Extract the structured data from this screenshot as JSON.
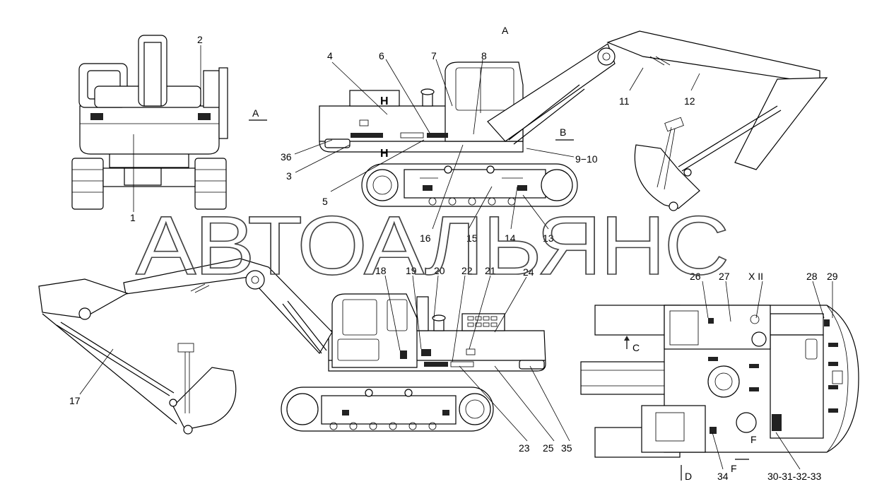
{
  "watermark": "АВТОАЛЬЯНС",
  "view_labels": {
    "A_top": "A",
    "A_front": "A",
    "B": "B",
    "C": "C",
    "D": "D",
    "F_bottom": "F",
    "F_top": "F",
    "XII": "X II",
    "H_upper": "H",
    "H_lower": "H"
  },
  "callouts": {
    "c1": "1",
    "c2": "2",
    "c3": "3",
    "c4": "4",
    "c5": "5",
    "c6": "6",
    "c7": "7",
    "c8": "8",
    "c9_10": "9−10",
    "c11": "11",
    "c12": "12",
    "c13": "13",
    "c14": "14",
    "c15": "15",
    "c16": "16",
    "c17": "17",
    "c18": "18",
    "c19": "19",
    "c20": "20",
    "c21": "21",
    "c22": "22",
    "c23": "23",
    "c24": "24",
    "c25": "25",
    "c26": "26",
    "c27": "27",
    "c28": "28",
    "c29": "29",
    "c30_33": "30-31-32-33",
    "c34": "34",
    "c35": "35",
    "c36": "36"
  }
}
